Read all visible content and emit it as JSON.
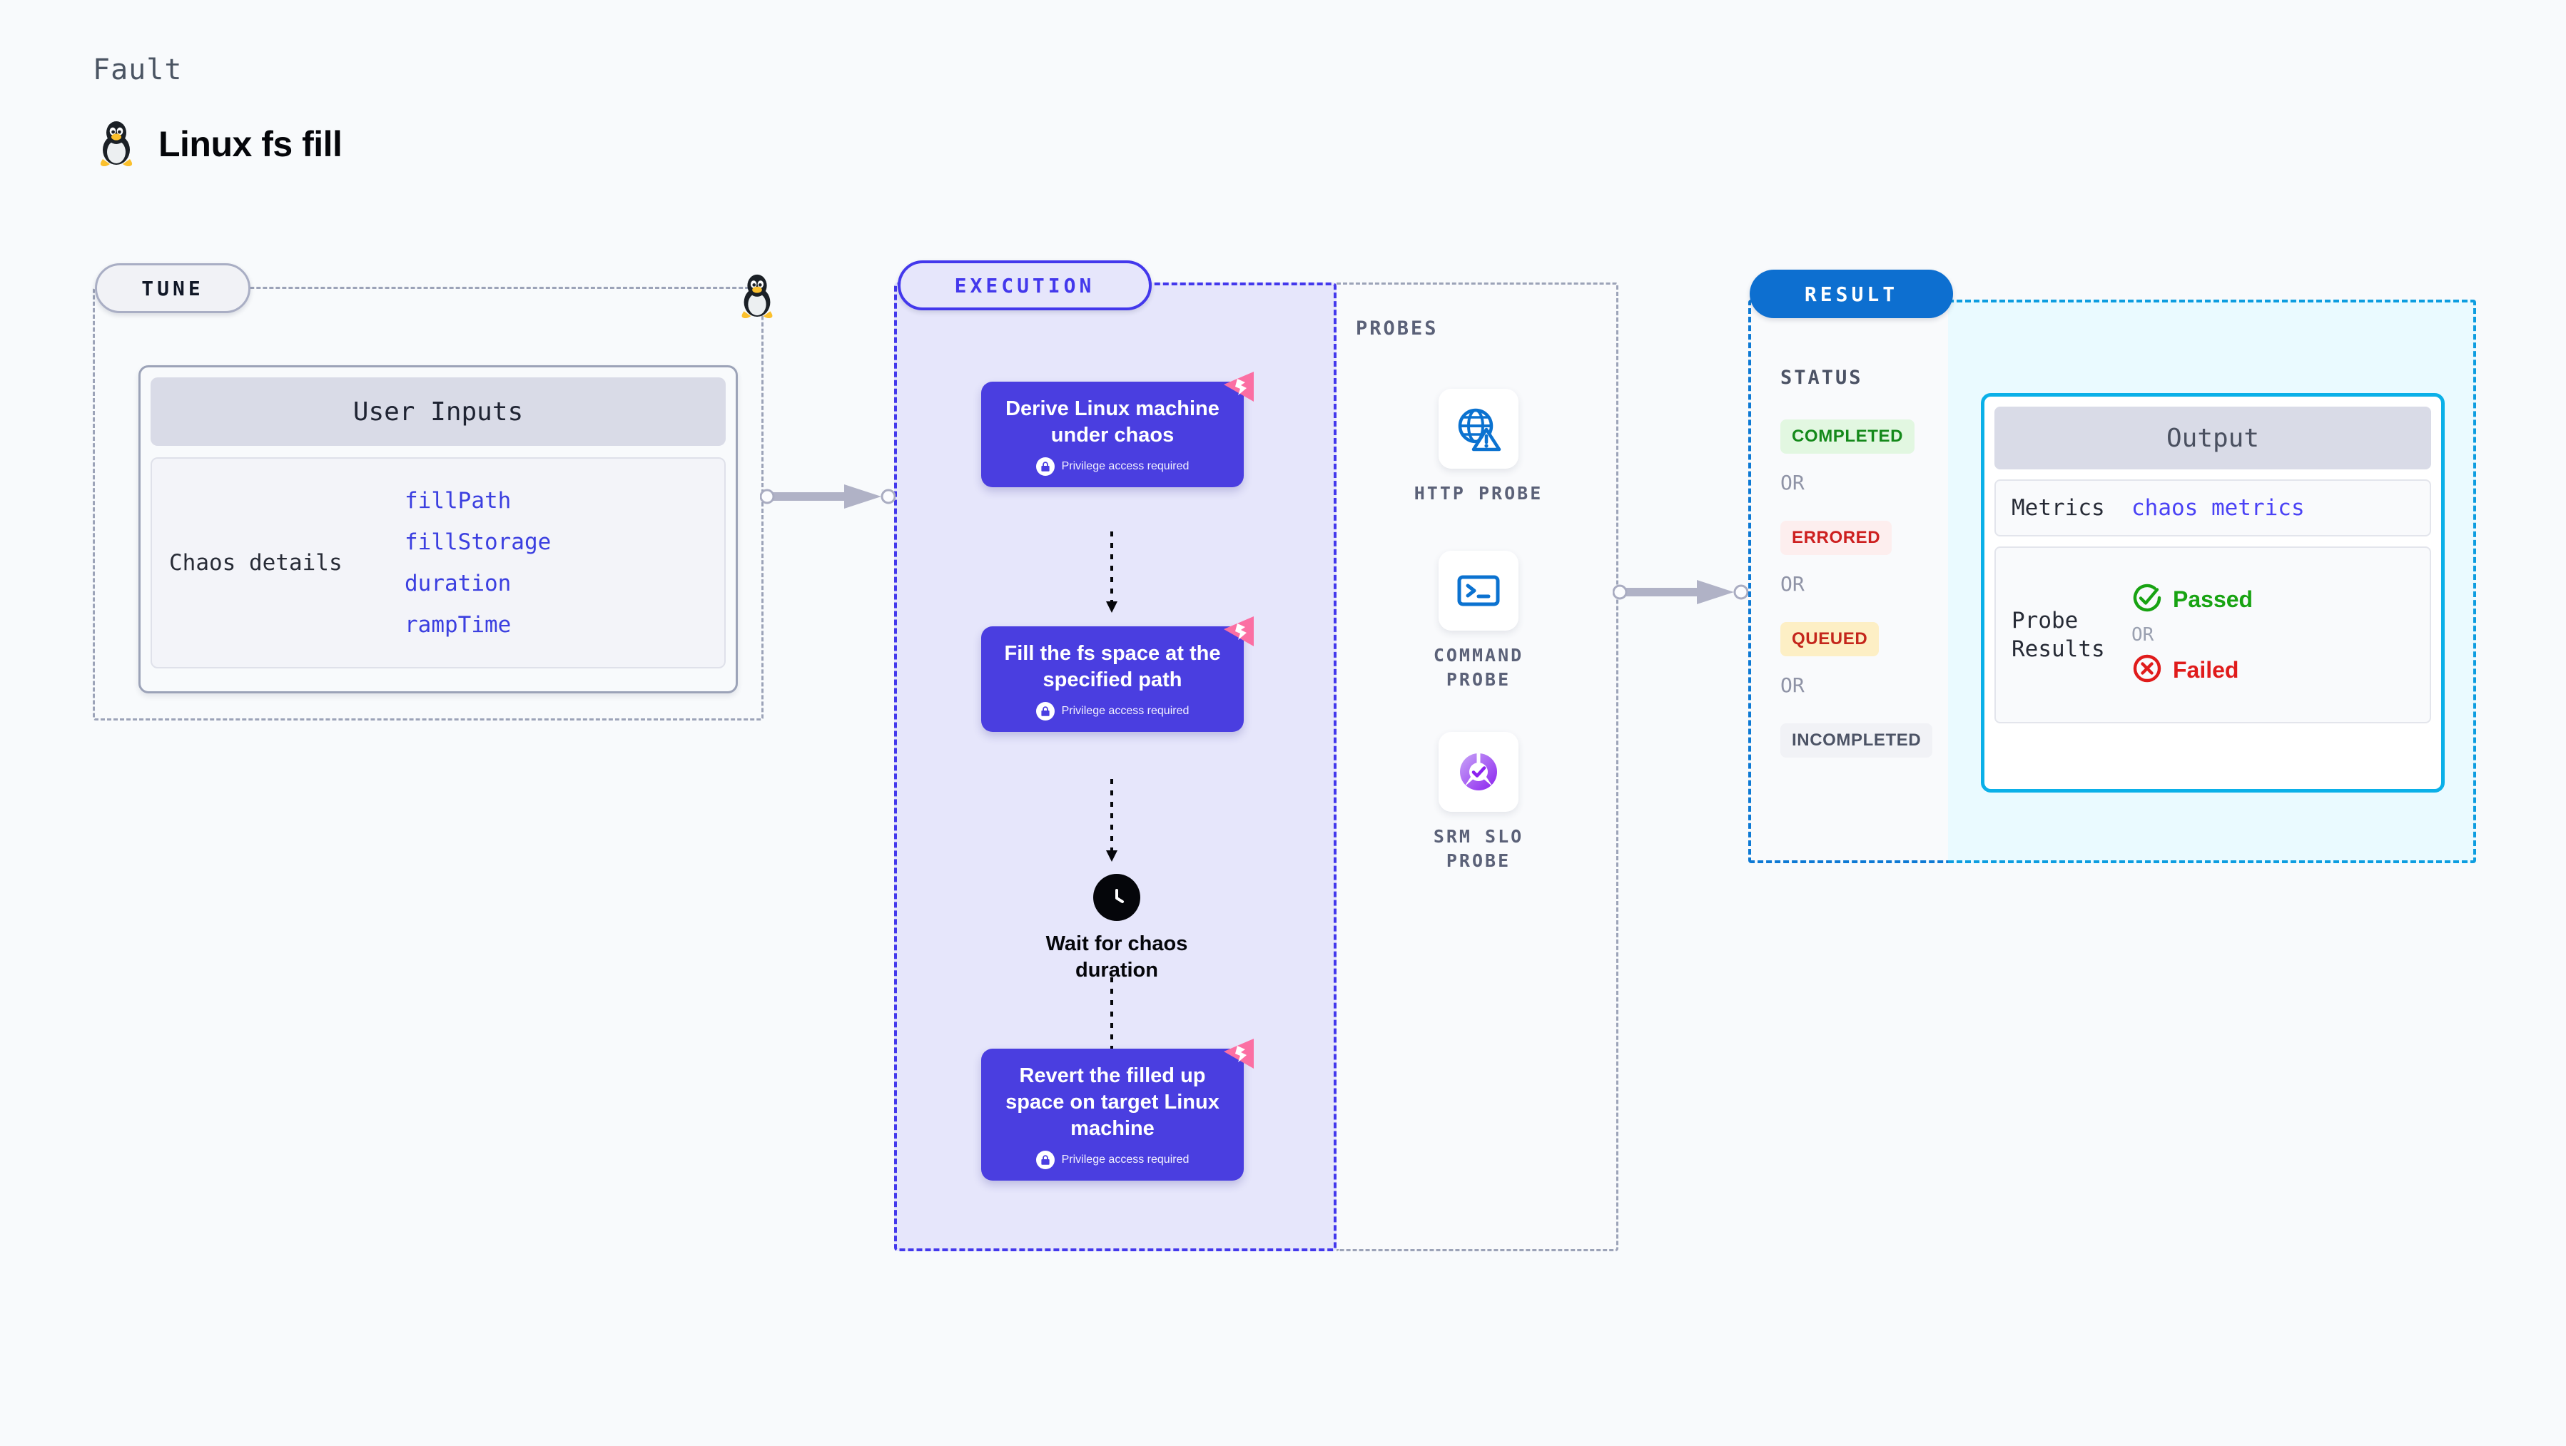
{
  "header": {
    "eyebrow": "Fault",
    "title": "Linux fs fill",
    "icon": "linux-penguin-icon"
  },
  "tune": {
    "stage_label": "TUNE",
    "card_title": "User Inputs",
    "row_label": "Chaos details",
    "inputs": [
      "fillPath",
      "fillStorage",
      "duration",
      "rampTime"
    ],
    "target_icon": "linux-penguin-icon"
  },
  "execution": {
    "stage_label": "EXECUTION",
    "privilege_note": "Privilege access required",
    "nodes": [
      {
        "title": "Derive Linux machine under chaos",
        "privileged": true,
        "flag": "chaos-flag-icon"
      },
      {
        "title": "Fill the fs space at the specified path",
        "privileged": true,
        "flag": "chaos-flag-icon"
      },
      {
        "title": "Revert the filled up space on target Linux machine",
        "privileged": true,
        "flag": "chaos-flag-icon"
      }
    ],
    "wait": {
      "label": "Wait for chaos duration",
      "icon": "clock-icon"
    }
  },
  "probes": {
    "title": "PROBES",
    "items": [
      {
        "name": "HTTP PROBE",
        "icon": "globe-warning-icon"
      },
      {
        "name": "COMMAND PROBE",
        "icon": "terminal-icon"
      },
      {
        "name": "SRM SLO PROBE",
        "icon": "slo-check-icon"
      }
    ]
  },
  "result": {
    "stage_label": "RESULT",
    "status_title": "STATUS",
    "or_label": "OR",
    "statuses": [
      {
        "label": "COMPLETED",
        "bg": "#e2f7e1",
        "fg": "#14891a"
      },
      {
        "label": "ERRORED",
        "bg": "#fdeeee",
        "fg": "#cd2020"
      },
      {
        "label": "QUEUED",
        "bg": "#fdefc5",
        "fg": "#c4261c"
      },
      {
        "label": "INCOMPLETED",
        "bg": "#f1f2f6",
        "fg": "#4c5365"
      }
    ]
  },
  "output": {
    "title": "Output",
    "metrics_key": "Metrics",
    "metrics_value": "chaos metrics",
    "probe_results_key": "Probe Results",
    "or_label": "OR",
    "passed_label": "Passed",
    "failed_label": "Failed",
    "passed_icon": "check-circle-icon",
    "failed_icon": "x-circle-icon"
  },
  "colors": {
    "accent_purple": "#4a3ee0",
    "accent_blue": "#0d6fd0",
    "accent_cyan": "#0bb0e8",
    "pink_flag": "#fb6fa3",
    "mono_value": "#3b3fe0"
  }
}
